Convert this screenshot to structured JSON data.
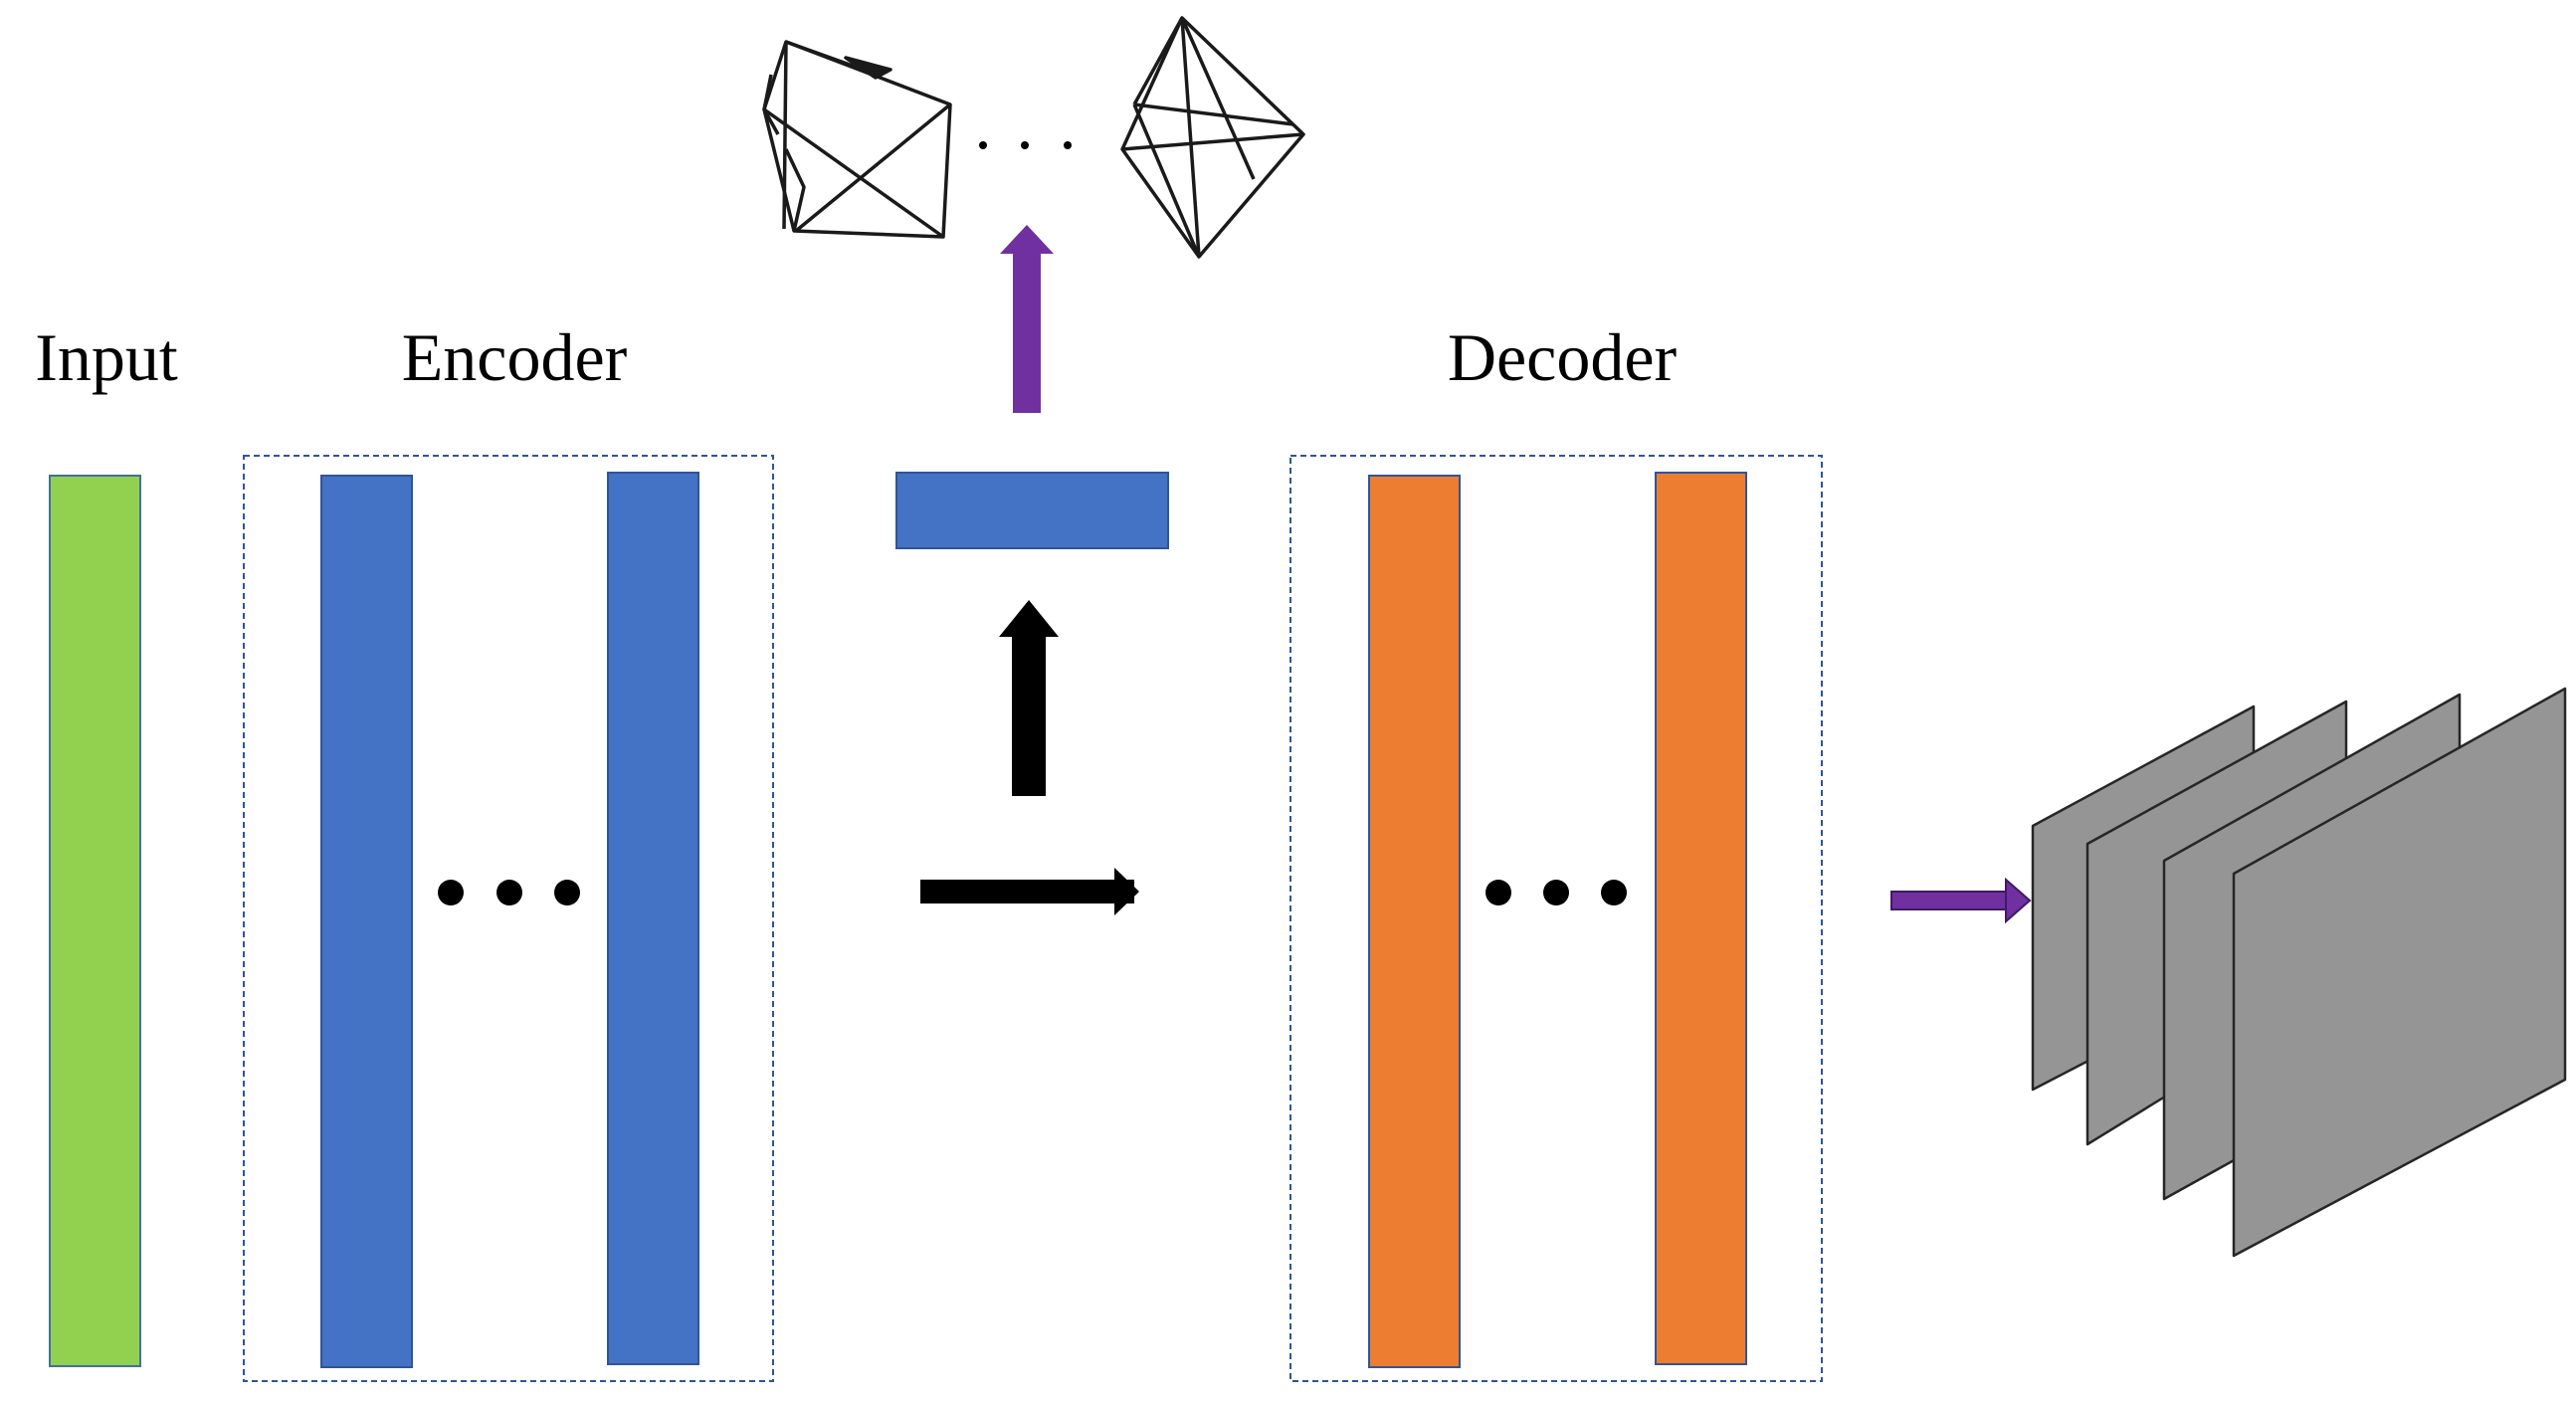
{
  "labels": {
    "input": "Input",
    "encoder": "Encoder",
    "decoder": "Decoder"
  },
  "colors": {
    "input_layer": "#92d050",
    "encoder_layer": "#4472c4",
    "latent": "#4472c4",
    "decoder_layer": "#ed7d31",
    "arrow_purple": "#7030a0",
    "arrow_black": "#000000",
    "plane": "#959595",
    "dashed_box": "#2f5597"
  },
  "icons": {
    "top_left_shape": "wireframe-polyhedron",
    "top_right_shape": "wireframe-octahedron",
    "output": "stacked-feature-planes"
  }
}
